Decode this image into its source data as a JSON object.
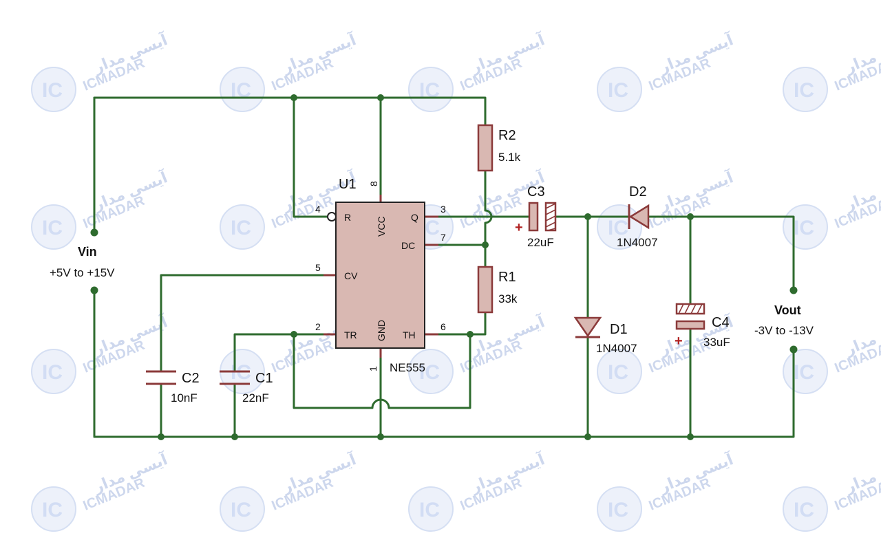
{
  "watermark": {
    "fa": "آیسی مدار",
    "en": "ICMADAR",
    "logo": "IC"
  },
  "input": {
    "name": "Vin",
    "range": "+5V to +15V"
  },
  "output": {
    "name": "Vout",
    "range": "-3V to -13V"
  },
  "ic": {
    "ref": "U1",
    "part": "NE555",
    "pins": {
      "r": "R",
      "vcc": "VCC",
      "q": "Q",
      "dc": "DC",
      "cv": "CV",
      "tr": "TR",
      "gnd": "GND",
      "th": "TH"
    },
    "pin_numbers": {
      "r": "4",
      "vcc": "8",
      "q": "3",
      "dc": "7",
      "cv": "5",
      "tr": "2",
      "gnd": "1",
      "th": "6"
    }
  },
  "components": {
    "r2": {
      "ref": "R2",
      "value": "5.1k"
    },
    "r1": {
      "ref": "R1",
      "value": "33k"
    },
    "c1": {
      "ref": "C1",
      "value": "22nF"
    },
    "c2": {
      "ref": "C2",
      "value": "10nF"
    },
    "c3": {
      "ref": "C3",
      "value": "22uF",
      "polarity": "+"
    },
    "c4": {
      "ref": "C4",
      "value": "33uF",
      "polarity": "+"
    },
    "d1": {
      "ref": "D1",
      "value": "1N4007"
    },
    "d2": {
      "ref": "D2",
      "value": "1N4007"
    }
  },
  "colors": {
    "wire": "#2e6b2e",
    "component": "#8b3a3a",
    "ic_fill": "#d9b8b2",
    "watermark": "#b9c7e6"
  }
}
